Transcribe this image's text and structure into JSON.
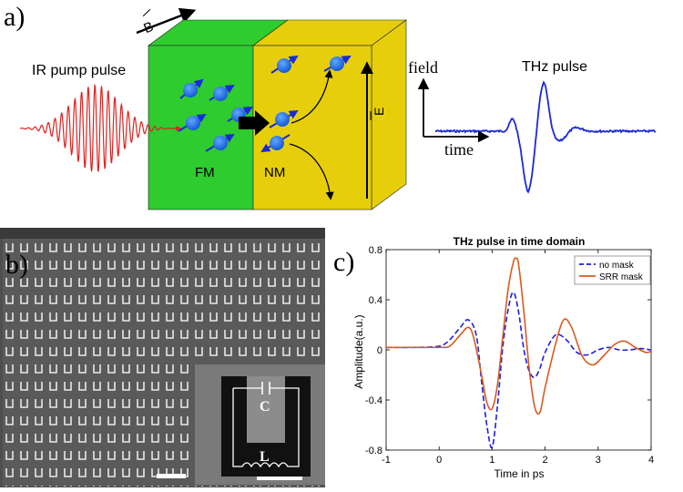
{
  "panel_a": {
    "label": "a)",
    "pump_label": "IR pump pulse",
    "fm_label": "FM",
    "nm_label": "NM",
    "b_field_label": "B",
    "e_field_label": "E",
    "field_axis_label": "field",
    "time_axis_label": "time",
    "thz_label": "THz pulse",
    "colors": {
      "fm": "#2ecc2e",
      "nm": "#e6cf0a",
      "spin": "#1a6df0",
      "pump": "#e02020",
      "thz": "#1a2ad8"
    }
  },
  "panel_b": {
    "label": "b)",
    "inset_capacitor_label": "C",
    "inset_inductor_label": "L"
  },
  "panel_c": {
    "label": "c)",
    "chart_data": {
      "type": "line",
      "title": "THz pulse in time domain",
      "xlabel": "Time in ps",
      "ylabel": "Amplitude(a.u.)",
      "xlim": [
        -1,
        4
      ],
      "ylim": [
        -0.8,
        0.8
      ],
      "xticks": [
        "-1",
        "0",
        "1",
        "2",
        "3",
        "4"
      ],
      "yticks": [
        "-0.8",
        "-0.4",
        "0",
        "0.4",
        "0.8"
      ],
      "legend_position": "top-right",
      "series": [
        {
          "name": "no mask",
          "style": "dashed",
          "color": "#1f1fdf",
          "x": [
            -1,
            -0.5,
            0,
            0.2,
            0.4,
            0.55,
            0.7,
            0.8,
            0.9,
            1.0,
            1.1,
            1.2,
            1.3,
            1.4,
            1.5,
            1.6,
            1.7,
            1.8,
            1.9,
            2.0,
            2.2,
            2.4,
            2.6,
            2.8,
            3.0,
            3.2,
            3.4,
            3.6,
            3.8,
            4.0
          ],
          "y": [
            0.02,
            0.02,
            0.03,
            0.08,
            0.18,
            0.24,
            0.12,
            -0.25,
            -0.6,
            -0.78,
            -0.45,
            0.02,
            0.32,
            0.46,
            0.3,
            0.0,
            -0.17,
            -0.22,
            -0.15,
            -0.02,
            0.12,
            0.08,
            -0.02,
            -0.04,
            0.0,
            0.02,
            0.0,
            0.0,
            0.01,
            0.0
          ]
        },
        {
          "name": "SRR mask",
          "style": "solid",
          "color": "#d85a20",
          "x": [
            -1,
            -0.5,
            0,
            0.2,
            0.4,
            0.55,
            0.65,
            0.8,
            0.9,
            1.0,
            1.1,
            1.2,
            1.3,
            1.4,
            1.45,
            1.5,
            1.6,
            1.7,
            1.8,
            1.9,
            2.0,
            2.2,
            2.35,
            2.5,
            2.7,
            2.9,
            3.1,
            3.3,
            3.5,
            3.7,
            3.9,
            4.0
          ],
          "y": [
            0.02,
            0.02,
            0.02,
            0.03,
            0.12,
            0.18,
            0.1,
            -0.2,
            -0.42,
            -0.47,
            -0.28,
            0.1,
            0.48,
            0.7,
            0.73,
            0.68,
            0.3,
            -0.15,
            -0.45,
            -0.5,
            -0.3,
            0.05,
            0.24,
            0.18,
            -0.05,
            -0.12,
            -0.05,
            0.04,
            0.07,
            0.02,
            -0.02,
            -0.01
          ]
        }
      ]
    }
  }
}
